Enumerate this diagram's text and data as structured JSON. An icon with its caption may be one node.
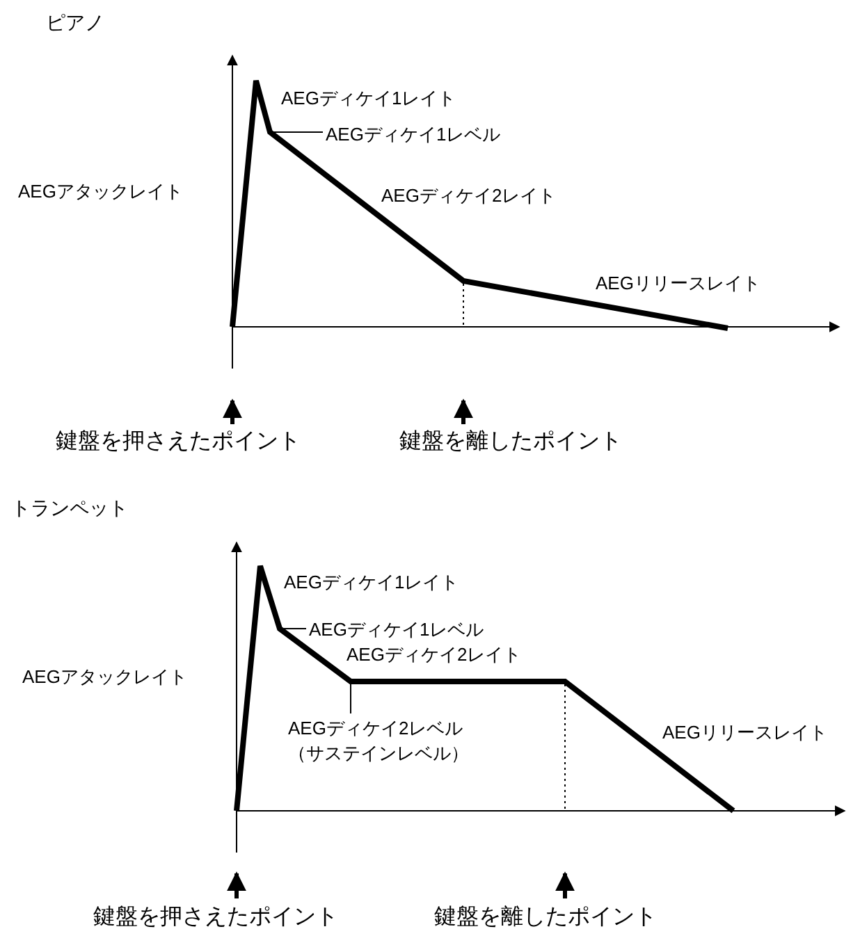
{
  "diagram": {
    "nodes": [
      {
        "text": [
          "AEGディケイ1レベル"
        ]
      },
      {
        "text": [
          "鍵盤を押さえたポイント"
        ]
      },
      {
        "text": [
          "鍵盤を離したポイント"
        ]
      },
      {
        "text": [
          "AEGディケイ1レベル"
        ]
      },
      {
        "text": [
          "AEGディケイ2レベル",
          "（サステインレベル）"
        ]
      },
      {
        "text": [
          "鍵盤を押さえたポイント"
        ]
      },
      {
        "text": [
          "鍵盤を離したポイント"
        ]
      }
    ],
    "edges": [
      {
        "from": 0,
        "to": null,
        "arrow": "none"
      },
      {
        "from": 3,
        "to": null,
        "arrow": "none"
      },
      {
        "from": 4,
        "to": null,
        "arrow": "none"
      }
    ],
    "labels": [
      "ピアノ",
      "AEGディケイ1レイト",
      "AEGアタックレイト",
      "AEGディケイ2レイト",
      "AEGリリースレイト",
      "トランペット",
      "AEGディケイ1レイト",
      "AEGアタックレイト",
      "AEGディケイ2レイト",
      "AEGリリースレイト"
    ]
  }
}
